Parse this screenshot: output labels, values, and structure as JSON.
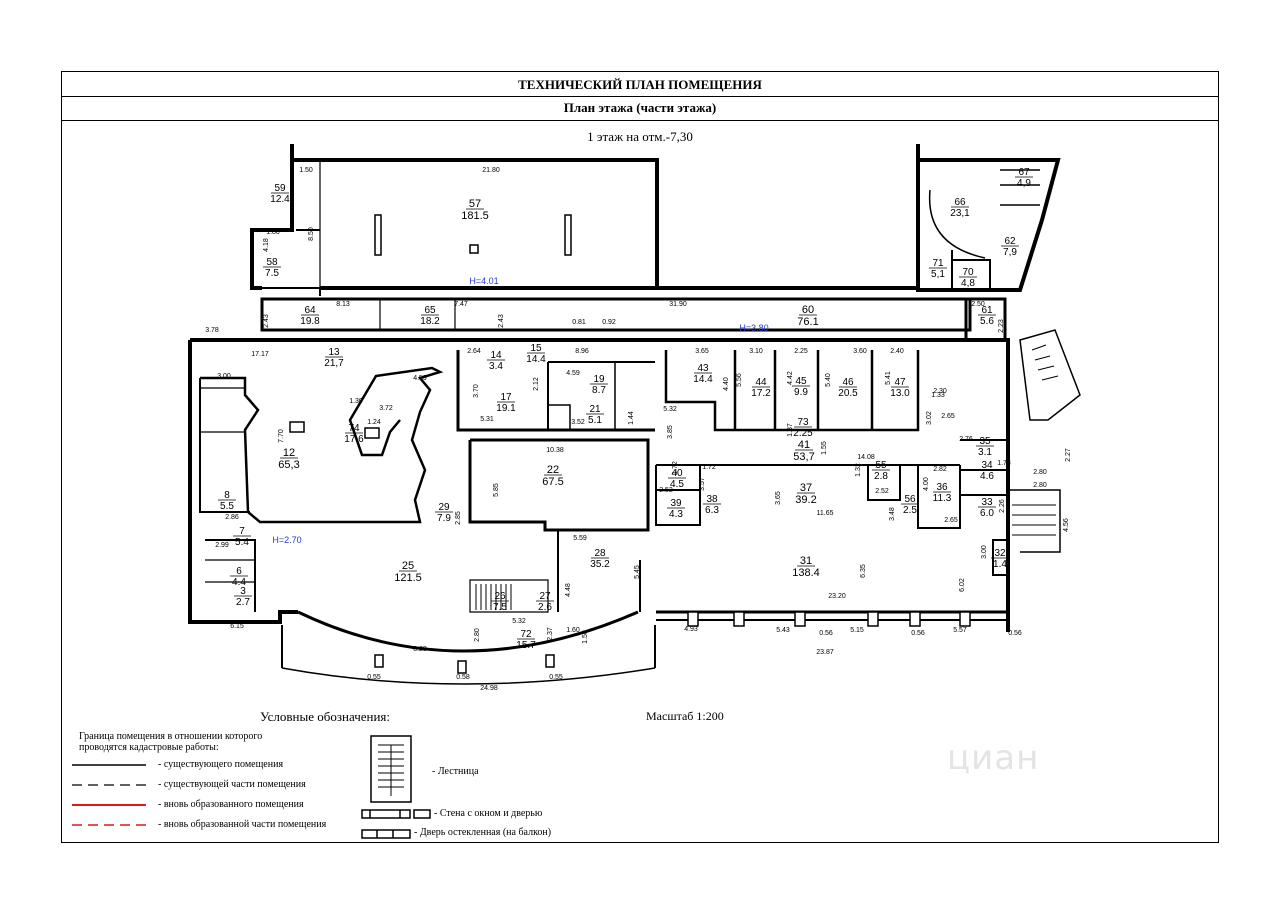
{
  "header": {
    "title": "ТЕХНИЧЕСКИЙ ПЛАН ПОМЕЩЕНИЯ",
    "subtitle": "План этажа (части этажа)"
  },
  "floor_label": "1 этаж на отм.-7,30",
  "heights": [
    {
      "id": "h1",
      "text": "H=4.01"
    },
    {
      "id": "h2",
      "text": "H=3.80"
    },
    {
      "id": "h3",
      "text": "H=2.70"
    }
  ],
  "rooms": [
    {
      "id": "r57",
      "num": "57",
      "area": "181.5"
    },
    {
      "id": "r59",
      "num": "59",
      "area": "12.4"
    },
    {
      "id": "r58",
      "num": "58",
      "area": "7.5"
    },
    {
      "id": "r64",
      "num": "64",
      "area": "19.8"
    },
    {
      "id": "r65",
      "num": "65",
      "area": "18.2"
    },
    {
      "id": "r60",
      "num": "60",
      "area": "76.1"
    },
    {
      "id": "r61",
      "num": "61",
      "area": "5.6"
    },
    {
      "id": "r66",
      "num": "66",
      "area": "23,1"
    },
    {
      "id": "r67",
      "num": "67",
      "area": "4,9"
    },
    {
      "id": "r62",
      "num": "62",
      "area": "7,9"
    },
    {
      "id": "r71",
      "num": "71",
      "area": "5,1"
    },
    {
      "id": "r70",
      "num": "70",
      "area": "4,8"
    },
    {
      "id": "r13",
      "num": "13",
      "area": "21,7"
    },
    {
      "id": "r14",
      "num": "14",
      "area": "3.4"
    },
    {
      "id": "r15",
      "num": "15",
      "area": "14.4"
    },
    {
      "id": "r17",
      "num": "17",
      "area": "19.1"
    },
    {
      "id": "r19",
      "num": "19",
      "area": "8.7"
    },
    {
      "id": "r21",
      "num": "21",
      "area": "5.1"
    },
    {
      "id": "r43",
      "num": "43",
      "area": "14.4"
    },
    {
      "id": "r44",
      "num": "44",
      "area": "17.2"
    },
    {
      "id": "r45",
      "num": "45",
      "area": "9.9"
    },
    {
      "id": "r46",
      "num": "46",
      "area": "20.5"
    },
    {
      "id": "r47",
      "num": "47",
      "area": "13.0"
    },
    {
      "id": "r74",
      "num": "74",
      "area": "17,6"
    },
    {
      "id": "r12",
      "num": "12",
      "area": "65,3"
    },
    {
      "id": "r22",
      "num": "22",
      "area": "67.5"
    },
    {
      "id": "r41",
      "num": "41",
      "area": "53,7"
    },
    {
      "id": "r73",
      "num": "73",
      "area": "2.25"
    },
    {
      "id": "r40",
      "num": "40",
      "area": "4.5"
    },
    {
      "id": "r38",
      "num": "38",
      "area": "6.3"
    },
    {
      "id": "r39",
      "num": "39",
      "area": "4.3"
    },
    {
      "id": "r37",
      "num": "37",
      "area": "39.2"
    },
    {
      "id": "r55",
      "num": "55",
      "area": "2.8"
    },
    {
      "id": "r56",
      "num": "56",
      "area": "2.5"
    },
    {
      "id": "r36",
      "num": "36",
      "area": "11.3"
    },
    {
      "id": "r34",
      "num": "34",
      "area": "4.6"
    },
    {
      "id": "r35",
      "num": "35",
      "area": "3.1"
    },
    {
      "id": "r33",
      "num": "33",
      "area": "6.0"
    },
    {
      "id": "r8",
      "num": "8",
      "area": "5.5"
    },
    {
      "id": "r29",
      "num": "29",
      "area": "7.9"
    },
    {
      "id": "r7",
      "num": "7",
      "area": "5.4"
    },
    {
      "id": "r6",
      "num": "6",
      "area": "4.4"
    },
    {
      "id": "r3",
      "num": "3",
      "area": "2.7"
    },
    {
      "id": "r25",
      "num": "25",
      "area": "121.5"
    },
    {
      "id": "r28",
      "num": "28",
      "area": "35.2"
    },
    {
      "id": "r26",
      "num": "26",
      "area": "7.5"
    },
    {
      "id": "r27",
      "num": "27",
      "area": "2.6"
    },
    {
      "id": "r72",
      "num": "72",
      "area": "15.7"
    },
    {
      "id": "r31",
      "num": "31",
      "area": "138.4"
    },
    {
      "id": "r32",
      "num": "32",
      "area": "1.4"
    }
  ],
  "dims": [
    {
      "id": "d1",
      "text": "21.80"
    },
    {
      "id": "d2",
      "text": "1.50"
    },
    {
      "id": "d3",
      "text": "8.50"
    },
    {
      "id": "d4",
      "text": "1.80"
    },
    {
      "id": "d5",
      "text": "4.18"
    },
    {
      "id": "d6",
      "text": "8.13"
    },
    {
      "id": "d7",
      "text": "7.47"
    },
    {
      "id": "d8",
      "text": "31.90"
    },
    {
      "id": "d9",
      "text": "2.50"
    },
    {
      "id": "d10",
      "text": "3.78"
    },
    {
      "id": "d11",
      "text": "2.43"
    },
    {
      "id": "d12",
      "text": "2.43"
    },
    {
      "id": "d13",
      "text": "0.81"
    },
    {
      "id": "d14",
      "text": "0.92"
    },
    {
      "id": "d15",
      "text": "2.23"
    },
    {
      "id": "d16",
      "text": "17.17"
    },
    {
      "id": "d17",
      "text": "3.00"
    },
    {
      "id": "d18",
      "text": "2.64"
    },
    {
      "id": "d19",
      "text": "8.96"
    },
    {
      "id": "d20",
      "text": "3.65"
    },
    {
      "id": "d21",
      "text": "3.10"
    },
    {
      "id": "d22",
      "text": "2.25"
    },
    {
      "id": "d23",
      "text": "3.60"
    },
    {
      "id": "d24",
      "text": "2.40"
    },
    {
      "id": "d25",
      "text": "4.59"
    },
    {
      "id": "d26",
      "text": "3.72"
    },
    {
      "id": "d27",
      "text": "1.30"
    },
    {
      "id": "d28",
      "text": "1.24"
    },
    {
      "id": "d29",
      "text": "7.70"
    },
    {
      "id": "d30",
      "text": "3.70"
    },
    {
      "id": "d31",
      "text": "2.12"
    },
    {
      "id": "d32",
      "text": "4.59"
    },
    {
      "id": "d33",
      "text": "5.31"
    },
    {
      "id": "d34",
      "text": "3.52"
    },
    {
      "id": "d35",
      "text": "1.44"
    },
    {
      "id": "d36",
      "text": "5.32"
    },
    {
      "id": "d37",
      "text": "4.40"
    },
    {
      "id": "d38",
      "text": "5.56"
    },
    {
      "id": "d39",
      "text": "4.42"
    },
    {
      "id": "d40",
      "text": "5.40"
    },
    {
      "id": "d41",
      "text": "5.41"
    },
    {
      "id": "d42",
      "text": "3.02"
    },
    {
      "id": "d43",
      "text": "2.65"
    },
    {
      "id": "d44",
      "text": "1.33"
    },
    {
      "id": "d45",
      "text": "3.85"
    },
    {
      "id": "d46",
      "text": "10.38"
    },
    {
      "id": "d47",
      "text": "1.37"
    },
    {
      "id": "d48",
      "text": "1.55"
    },
    {
      "id": "d49",
      "text": "14.08"
    },
    {
      "id": "d50",
      "text": "5.85"
    },
    {
      "id": "d51",
      "text": "2.82"
    },
    {
      "id": "d52",
      "text": "1.73"
    },
    {
      "id": "d53",
      "text": "2.76"
    },
    {
      "id": "d54",
      "text": "2.27"
    },
    {
      "id": "d55",
      "text": "2.80"
    },
    {
      "id": "d56",
      "text": "2.80"
    },
    {
      "id": "d57",
      "text": "1.72"
    },
    {
      "id": "d58",
      "text": "3.57"
    },
    {
      "id": "d59",
      "text": "2.52"
    },
    {
      "id": "d60",
      "text": "1.32"
    },
    {
      "id": "d61",
      "text": "2.52"
    },
    {
      "id": "d62",
      "text": "4.00"
    },
    {
      "id": "d63",
      "text": "3.65"
    },
    {
      "id": "d64",
      "text": "11.65"
    },
    {
      "id": "d65",
      "text": "3.48"
    },
    {
      "id": "d66",
      "text": "2.65"
    },
    {
      "id": "d67",
      "text": "2.26"
    },
    {
      "id": "d68",
      "text": "4.56"
    },
    {
      "id": "d69",
      "text": "2.86"
    },
    {
      "id": "d70",
      "text": "2.85"
    },
    {
      "id": "d71",
      "text": "2.99"
    },
    {
      "id": "d72",
      "text": "5.59"
    },
    {
      "id": "d73",
      "text": "5.45"
    },
    {
      "id": "d74",
      "text": "6.35"
    },
    {
      "id": "d75",
      "text": "3.00"
    },
    {
      "id": "d76",
      "text": "6.02"
    },
    {
      "id": "d77",
      "text": "23.20"
    },
    {
      "id": "d78",
      "text": "4.48"
    },
    {
      "id": "d79",
      "text": "6.15"
    },
    {
      "id": "d80",
      "text": "5.32"
    },
    {
      "id": "d81",
      "text": "2.80"
    },
    {
      "id": "d82",
      "text": "2.37"
    },
    {
      "id": "d83",
      "text": "1.60"
    },
    {
      "id": "d84",
      "text": "1.50"
    },
    {
      "id": "d85",
      "text": "4.93"
    },
    {
      "id": "d86",
      "text": "5.43"
    },
    {
      "id": "d87",
      "text": "0.56"
    },
    {
      "id": "d88",
      "text": "5.15"
    },
    {
      "id": "d89",
      "text": "0.56"
    },
    {
      "id": "d90",
      "text": "5.57"
    },
    {
      "id": "d91",
      "text": "0.56"
    },
    {
      "id": "d92",
      "text": "8.28"
    },
    {
      "id": "d93",
      "text": "23.87"
    },
    {
      "id": "d94",
      "text": "0.55"
    },
    {
      "id": "d95",
      "text": "0.58"
    },
    {
      "id": "d96",
      "text": "0.55"
    },
    {
      "id": "d97",
      "text": "24.98"
    },
    {
      "id": "d98",
      "text": "1.72"
    },
    {
      "id": "d99",
      "text": "2.30"
    }
  ],
  "legend": {
    "title": "Условные обозначения:",
    "scale": "Масштаб 1:200",
    "intro": "Граница помещения в отношении которого проводятся кадастровые работы:",
    "lines": [
      {
        "id": "l1",
        "text": "- существующего помещения",
        "color": "#000000",
        "dash": "none"
      },
      {
        "id": "l2",
        "text": "- существующей части помещения",
        "color": "#000000",
        "dash": "10,6"
      },
      {
        "id": "l3",
        "text": "- вновь образованного помещения",
        "color": "#e01818",
        "dash": "none"
      },
      {
        "id": "l4",
        "text": "- вновь образованной части помещения",
        "color": "#e01818",
        "dash": "10,6"
      }
    ],
    "stair_label": "- Лестница",
    "wall_label": "- Стена с окном и дверью",
    "door_label": "- Дверь остекленная (на балкон)"
  },
  "watermark": "циан"
}
